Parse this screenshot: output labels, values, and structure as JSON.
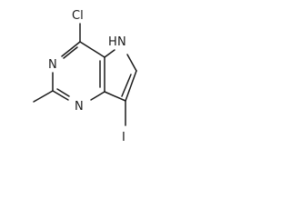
{
  "molecule": {
    "atoms": {
      "chlorine": "Cl",
      "nitrogen_pyrrole": "H",
      "nitrogen_pyrrole_n": "N",
      "nitrogen_top": "N",
      "nitrogen_bottom": "N",
      "iodine": "I"
    }
  },
  "colors": {
    "bond": "#1a1a1a",
    "background": "#ffffff"
  }
}
